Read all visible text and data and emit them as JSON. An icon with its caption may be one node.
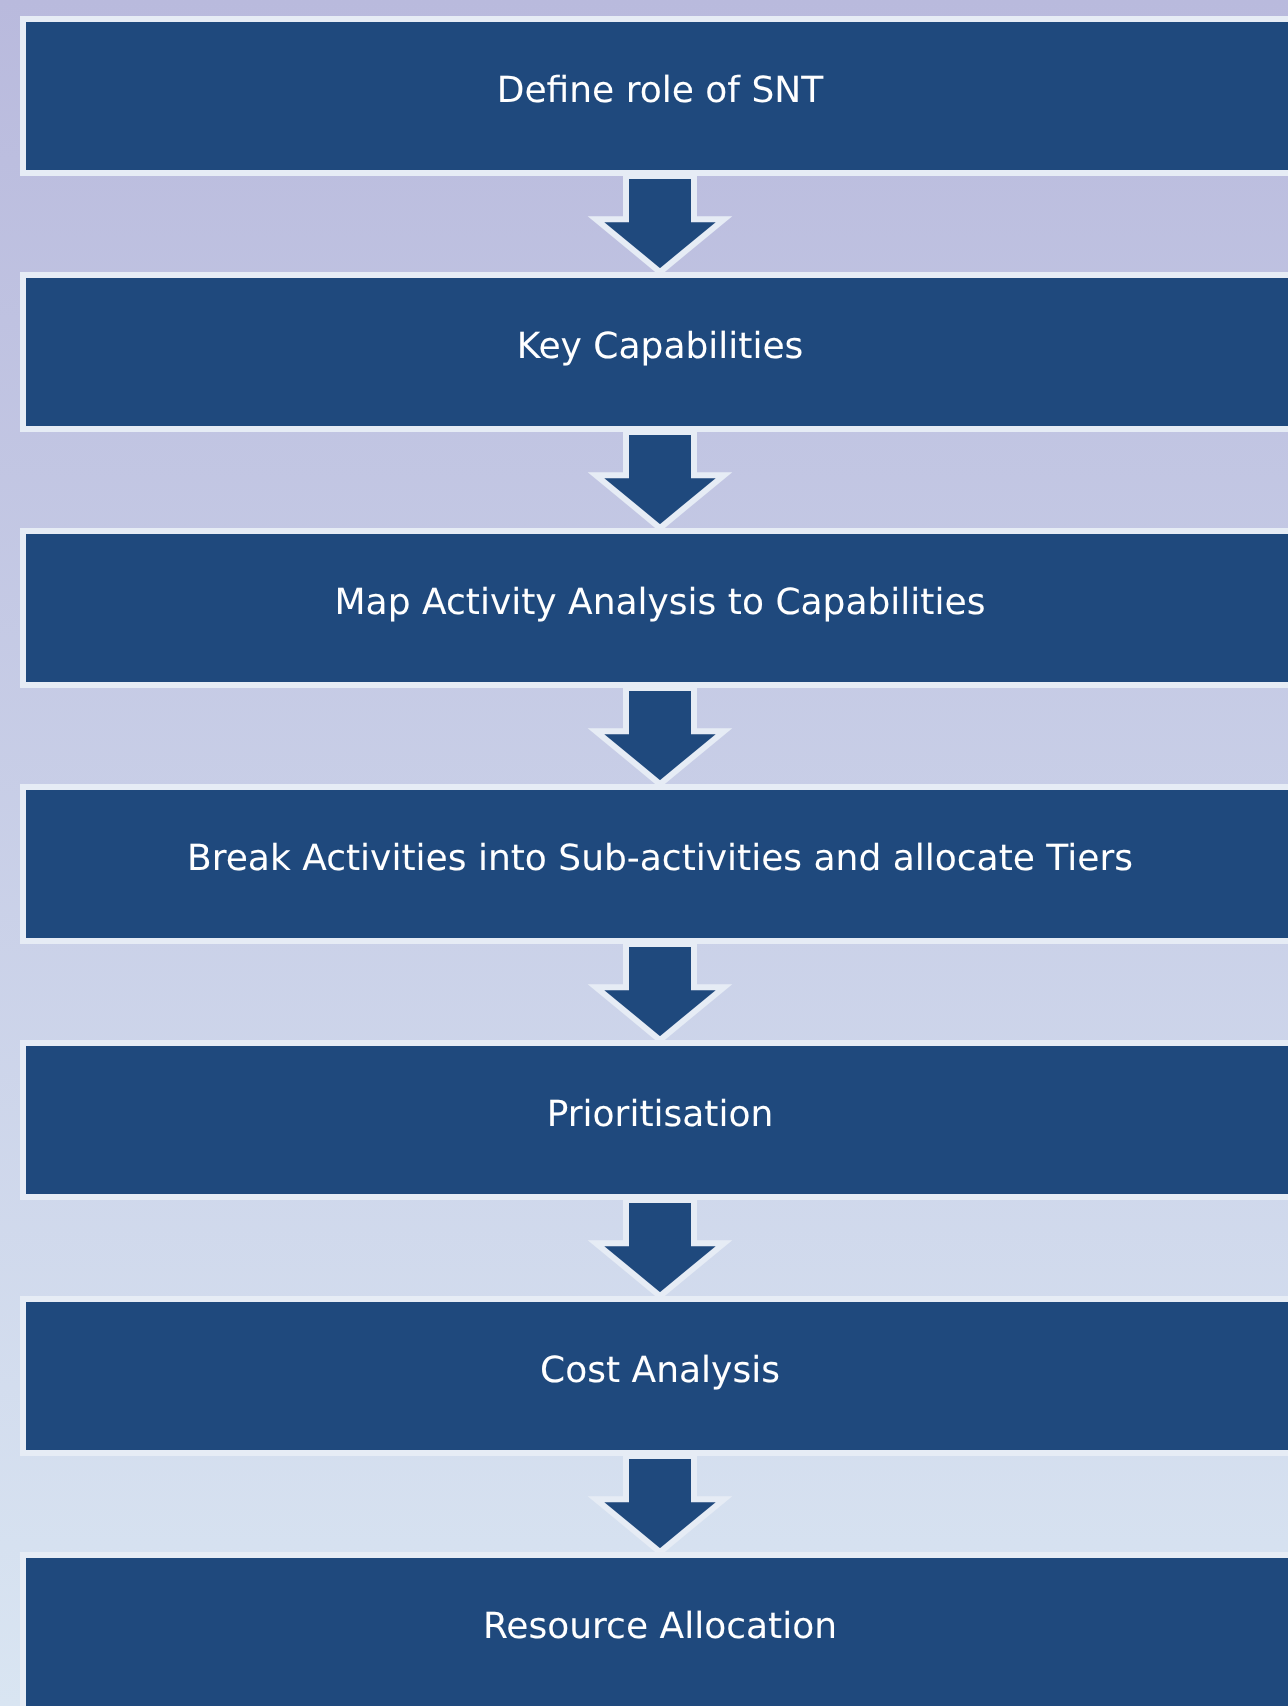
{
  "diagram": {
    "nodes": [
      {
        "text": [
          "Define role of SNT"
        ]
      },
      {
        "text": [
          "Key Capabilities"
        ]
      },
      {
        "text": [
          "Map Activity Analysis to Capabilities"
        ]
      },
      {
        "text": [
          "Break Activities into Sub-activities and allocate Tiers"
        ]
      },
      {
        "text": [
          "Prioritisation"
        ]
      },
      {
        "text": [
          "Cost Analysis"
        ]
      },
      {
        "text": [
          "Resource Allocation"
        ]
      }
    ],
    "edges": [
      {
        "from": 0,
        "to": 1,
        "arrow": "to"
      },
      {
        "from": 1,
        "to": 2,
        "arrow": "to"
      },
      {
        "from": 2,
        "to": 3,
        "arrow": "to"
      },
      {
        "from": 3,
        "to": 4,
        "arrow": "to"
      },
      {
        "from": 4,
        "to": 5,
        "arrow": "to"
      },
      {
        "from": 5,
        "to": 6,
        "arrow": "to"
      }
    ]
  }
}
